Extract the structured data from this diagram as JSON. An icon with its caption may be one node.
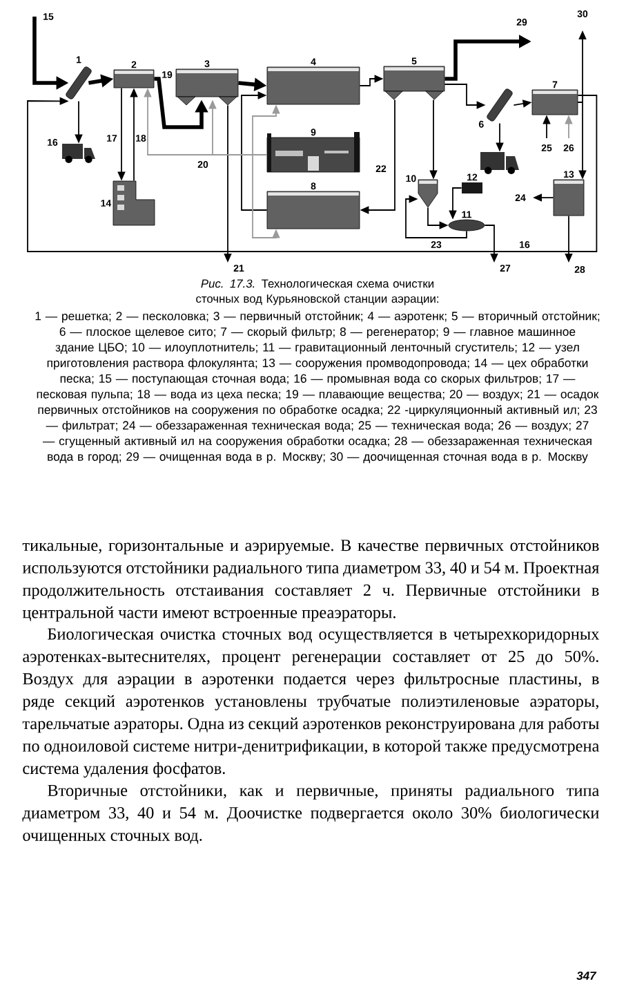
{
  "diagram": {
    "caption": "*Рис. 17.3.* Технологическая схема очистки сточных вод Курьяновской станции аэрации:",
    "nodes": [
      {
        "text": [
          "1"
        ]
      },
      {
        "text": [
          "2"
        ]
      },
      {
        "text": [
          "3"
        ]
      },
      {
        "text": [
          "4"
        ]
      },
      {
        "text": [
          "9"
        ]
      },
      {
        "text": [
          "8"
        ]
      },
      {
        "text": [
          "5"
        ]
      },
      {
        "text": [
          "6"
        ]
      },
      {
        "text": [
          "7"
        ]
      },
      {
        "text": [
          "10"
        ]
      },
      {
        "text": [
          "12"
        ]
      },
      {
        "text": [
          "11"
        ]
      },
      {
        "text": [
          "13"
        ]
      },
      {
        "text": [
          "14"
        ]
      },
      {
        "text": [],
        "shape": "truck"
      },
      {
        "text": [],
        "shape": "truck"
      }
    ],
    "edges": [
      {
        "from": null,
        "to": 0,
        "arrow": "to",
        "label": "15",
        "style": "thick"
      },
      {
        "from": 0,
        "to": 1,
        "arrow": "to",
        "style": "thick"
      },
      {
        "from": 0,
        "to": 14,
        "arrow": "to"
      },
      {
        "from": 1,
        "to": 13,
        "arrow": "to",
        "label": "17"
      },
      {
        "from": 13,
        "to": 1,
        "arrow": "to",
        "label": "18"
      },
      {
        "from": 1,
        "to": 2,
        "arrow": "to",
        "style": "thick"
      },
      {
        "from": 2,
        "to": 3,
        "arrow": "to",
        "style": "thick"
      },
      {
        "from": 2,
        "to": null,
        "arrow": "to",
        "label": "21"
      },
      {
        "from": 3,
        "to": 6,
        "arrow": "to"
      },
      {
        "from": 6,
        "to": null,
        "arrow": "to",
        "label": "29",
        "style": "thick"
      },
      {
        "from": 6,
        "to": 7,
        "arrow": "to"
      },
      {
        "from": 7,
        "to": 8,
        "arrow": "to"
      },
      {
        "from": 7,
        "to": 15,
        "arrow": "to"
      },
      {
        "from": 8,
        "to": null,
        "arrow": "to",
        "label": "30"
      },
      {
        "from": 8,
        "to": 12,
        "arrow": "to"
      },
      {
        "from": 12,
        "to": null,
        "arrow": "to",
        "label": "24"
      },
      {
        "from": 12,
        "to": null,
        "arrow": "to",
        "label": "28"
      },
      {
        "from": 8,
        "to": 0,
        "arrow": "to",
        "label": "16"
      },
      {
        "from": 6,
        "to": 5,
        "arrow": "to",
        "label": "22"
      },
      {
        "from": 6,
        "to": 9,
        "arrow": "to"
      },
      {
        "from": 5,
        "to": 3,
        "arrow": "to"
      },
      {
        "from": 4,
        "to": 1,
        "arrow": "to",
        "color": "#9a9a9a"
      },
      {
        "from": 4,
        "to": 2,
        "arrow": "to",
        "label": "20",
        "color": "#9a9a9a"
      },
      {
        "from": 4,
        "to": 3,
        "arrow": "to",
        "color": "#9a9a9a"
      },
      {
        "from": 4,
        "to": 5,
        "arrow": "to",
        "color": "#9a9a9a"
      },
      {
        "from": 9,
        "to": 11,
        "arrow": "to"
      },
      {
        "from": 10,
        "to": 11,
        "arrow": "to"
      },
      {
        "from": 11,
        "to": null,
        "arrow": "to",
        "label": "27"
      },
      {
        "from": 11,
        "to": 9,
        "arrow": "to",
        "label": "23"
      },
      {
        "from": null,
        "to": 8,
        "arrow": "to",
        "label": "25"
      },
      {
        "from": null,
        "to": 8,
        "arrow": "to",
        "label": "26",
        "color": "#9a9a9a"
      }
    ],
    "labels": [
      "19",
      "16",
      "1 — решетка; 2 — песколовка; 3 — первичный отстойник; 4 — аэротенк; 5 — вторичный отстойник; 6 — плоское щелевое сито; 7 — скорый фильтр; 8 — регенератор; 9 — главное машинное здание ЦБО; 10 — илоуплотнитель; 11 — гравитационный ленточный сгуститель; 12 — узел приготовления раствора флокулянта; 13 — сооружения промводопровода; 14 — цех обработки песка; 15 — поступающая сточная вода; 16 — промывная вода со скорых фильтров; 17 — песковая пульпа; 18 — вода из цеха песка; 19 — плавающие вещества; 20 — воздух; 21 — осадок первичных отстойников на сооружения по обработке осадка; 22 -циркуляционный активный ил; 23 — фильтрат; 24 — обеззараженная техническая вода; 25 — техническая вода; 26 — воздух; 27 — сгущенный активный ил на сооружения обработки осадка; 28 — обеззараженная техническая вода в город; 29 — очищенная вода в р. Москву; 30 — доочищенная сточная вода в р. Москву",
      "тикальные, горизонтальные и аэрируемые. В качестве первичных отстойников используются отстойники радиального типа диаметром 33, 40 и 54 м. Проектная продолжительность отстаивания составляет 2 ч. Первичные отстойники в центральной части имеют встроенные преаэраторы.",
      "Биологическая очистка сточных вод осуществляется в четырехкоридорных аэротенках-вытеснителях, процент регенерации составляет от 25 до 50%. Воздух для аэрации в аэротенки подается через фильтросные пластины, в ряде секций аэротенков установлены трубчатые полиэтиленовые аэраторы, тарельчатые аэраторы. Одна из секций аэротенков реконструирована для работы по одноиловой системе нитри-денитрификации, в которой также предусмотрена система удаления фосфатов.",
      "Вторичные отстойники, как и первичные, приняты радиального типа диаметром 33, 40 и 54 м. Доочистке подвергается около 30% биологически очищенных сточных вод.",
      "347"
    ]
  }
}
